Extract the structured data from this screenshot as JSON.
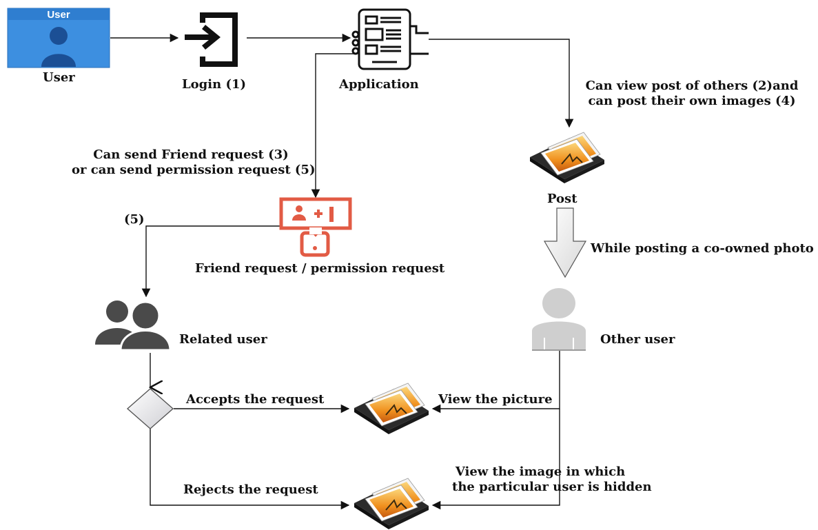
{
  "nodes": {
    "user": {
      "badge": "User",
      "label": "User"
    },
    "login": {
      "label": "Login (1)"
    },
    "application": {
      "label": "Application"
    },
    "post": {
      "label": "Post"
    },
    "friend_request": {
      "label": "Friend request / permission request"
    },
    "related_user": {
      "label": "Related user"
    },
    "other_user": {
      "label": "Other user"
    }
  },
  "edges": {
    "app_to_post": {
      "line1": "Can view post of others (2)and",
      "line2": "can post their own images (4)"
    },
    "app_to_request": {
      "line1": "Can send Friend request (3)",
      "line2": "or can send permission request (5)"
    },
    "request_to_related": {
      "label": "(5)"
    },
    "post_to_other": {
      "label": "While posting a co-owned photo"
    },
    "accept": {
      "label": "Accepts the request"
    },
    "reject": {
      "label": "Rejects the request"
    },
    "view_picture": {
      "label": "View the picture"
    },
    "view_hidden": {
      "line1": "View the image in which",
      "line2": "the particular user is hidden"
    }
  },
  "icons": [
    "user-avatar-icon",
    "login-icon",
    "application-icon",
    "photo-stack-icon",
    "friend-request-icon",
    "group-users-icon",
    "person-icon",
    "decision-diamond"
  ],
  "colors": {
    "user_box": "#3d8fe0",
    "request_icon": "#e25b45",
    "group_users": "#4a4a4a",
    "other_user": "#cfcfcf",
    "photo_orange": "#f0901e"
  }
}
